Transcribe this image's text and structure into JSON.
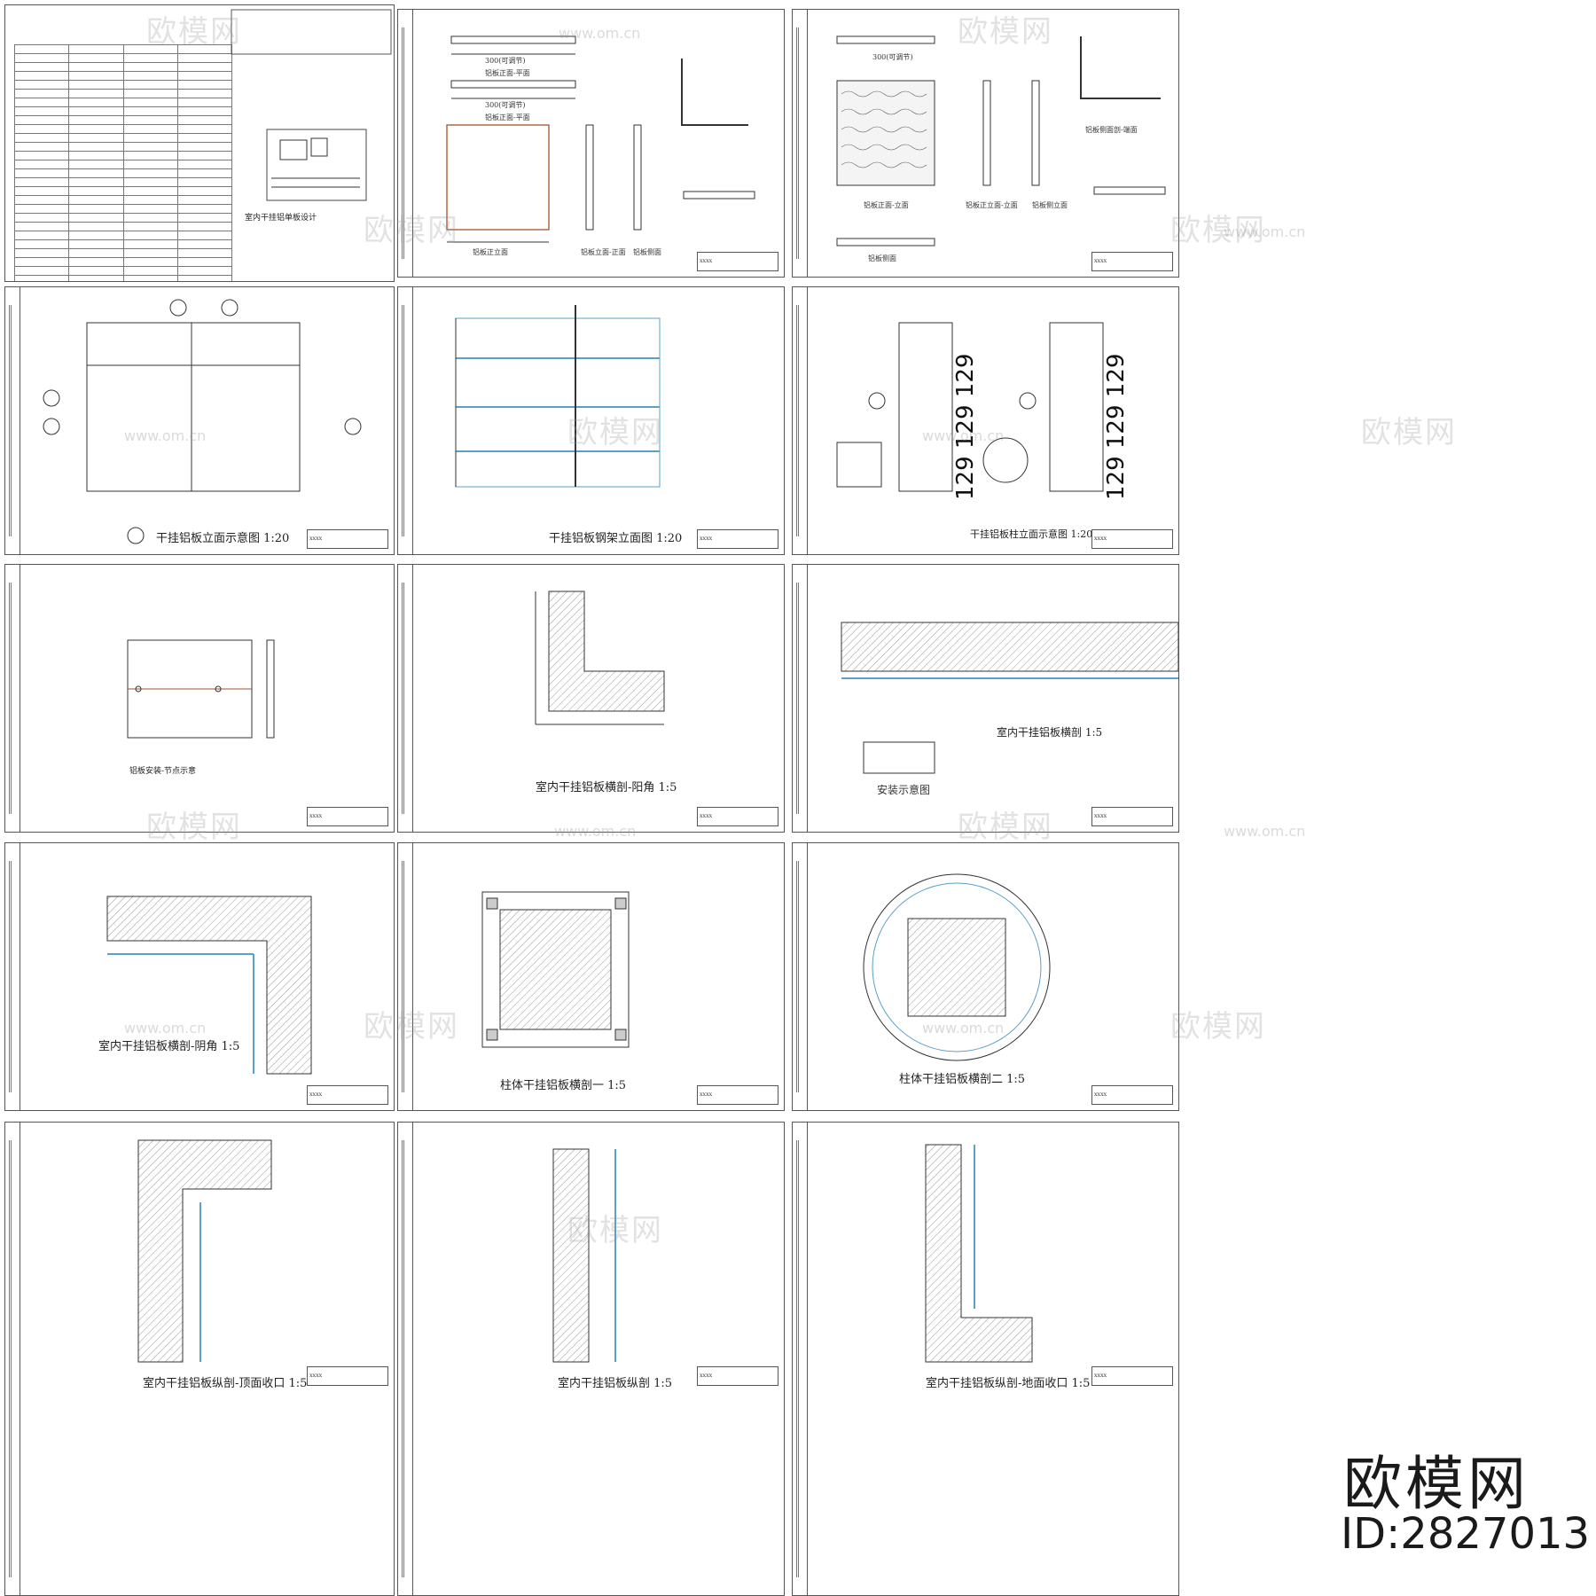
{
  "watermark": {
    "text": "欧模网",
    "url": "www.om.cn"
  },
  "brand": {
    "name": "欧模网",
    "id": "ID:2827013"
  },
  "sheets": {
    "s1": {
      "title": "室内干挂铝单板设计"
    },
    "s2": {
      "titles": [
        "300(可调节)",
        "铝板正面-平面",
        "300(可调节)",
        "铝板正面-平面",
        "铝板正立面",
        "铝板立面-正面",
        "铝板侧面"
      ]
    },
    "s3": {
      "titles": [
        "300(可调节)",
        "铝板正面-立面",
        "铝板正立面-立面",
        "铝板侧立面",
        "铝板侧面剖-端面",
        "铝板侧面"
      ]
    },
    "s4": {
      "title": "干挂铝板立面示意图 1:20"
    },
    "s5": {
      "title": "干挂铝板钢架立面图 1:20"
    },
    "s6": {
      "title": "干挂铝板柱立面示意图 1:20",
      "dim": "129 129 129"
    },
    "s7": {
      "title": "铝板安装-节点示意"
    },
    "s8": {
      "title": "室内干挂铝板横剖-阳角 1:5"
    },
    "s9": {
      "title": "室内干挂铝板横剖 1:5",
      "sub": "安装示意图"
    },
    "s10": {
      "title": "室内干挂铝板横剖-阴角 1:5"
    },
    "s11": {
      "title": "柱体干挂铝板横剖一 1:5"
    },
    "s12": {
      "title": "柱体干挂铝板横剖二 1:5"
    },
    "s13": {
      "title": "室内干挂铝板纵剖-顶面收口 1:5"
    },
    "s14": {
      "title": "室内干挂铝板纵剖 1:5"
    },
    "s15": {
      "title": "室内干挂铝板纵剖-地面收口 1:5"
    }
  },
  "colors": {
    "line": "#333333",
    "hatch": "#999999",
    "accent": "#5aa0c8"
  }
}
